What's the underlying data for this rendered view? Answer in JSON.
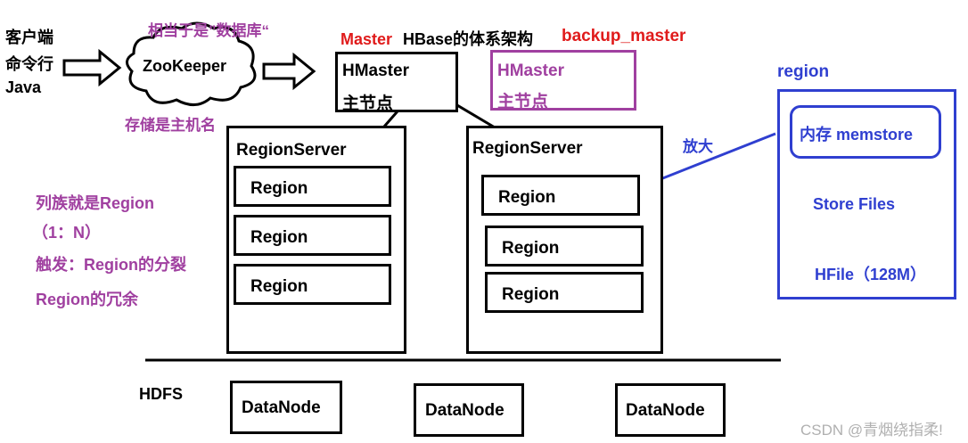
{
  "title": "HBase的体系架构",
  "client": {
    "lines": [
      "客户端",
      "命令行",
      "Java"
    ]
  },
  "zookeeper": {
    "label": "ZooKeeper",
    "note_top": "相当于是”数据库“",
    "note_bottom": "存储是主机名"
  },
  "master": {
    "tag": "Master",
    "name": "HMaster",
    "sub": "主节点"
  },
  "backup_master": {
    "tag": "backup_master",
    "name": "HMaster",
    "sub": "主节点"
  },
  "region_servers": [
    {
      "title": "RegionServer",
      "regions": [
        "Region",
        "Region",
        "Region"
      ]
    },
    {
      "title": "RegionServer",
      "regions": [
        "Region",
        "Region",
        "Region"
      ]
    }
  ],
  "notes": {
    "line1": "列族就是Region",
    "line2": "（1：N）",
    "line3": "触发：Region的分裂",
    "line4": "Region的冗余"
  },
  "zoom_label": "放大",
  "region_detail": {
    "title": "region",
    "memstore": "内存 memstore",
    "store_files": "Store Files",
    "hfile": "HFile（128M）"
  },
  "hdfs": {
    "label": "HDFS",
    "datanodes": [
      "DataNode",
      "DataNode",
      "DataNode"
    ]
  },
  "watermark": "CSDN @青烟绕指柔!",
  "colors": {
    "purple": "#a040a0",
    "red": "#e01b1b",
    "blue": "#2f3fd0",
    "black": "#000000"
  }
}
